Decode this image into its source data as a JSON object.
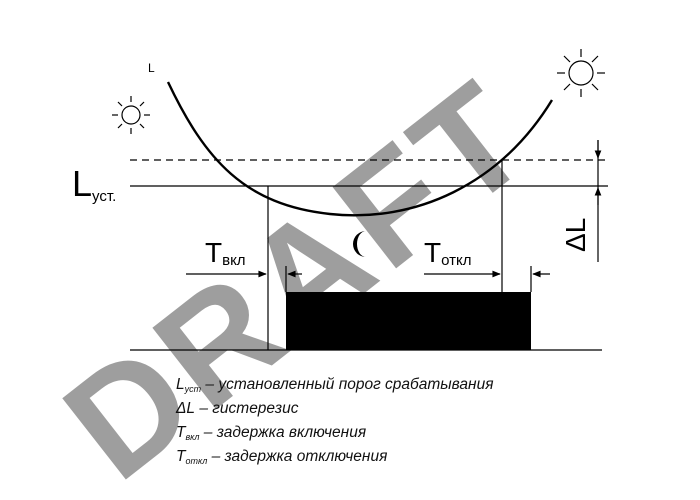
{
  "diagram": {
    "curve_label": "L",
    "threshold_label": {
      "main": "L",
      "sub": "уст."
    },
    "hysteresis_label": "ΔL",
    "on_delay_label": {
      "main": "T",
      "sub": "вкл"
    },
    "off_delay_label": {
      "main": "T",
      "sub": "откл"
    },
    "watermark": "DRAFT",
    "icons": [
      "sun-icon",
      "moon-icon",
      "sun-icon"
    ]
  },
  "legend": [
    {
      "symbol": "L",
      "sub": "уст",
      "text": " – установленный порог срабатывания"
    },
    {
      "symbol": "ΔL",
      "sub": "",
      "text": " – гистерезис"
    },
    {
      "symbol": "T",
      "sub": "вкл",
      "text": " – задержка включения"
    },
    {
      "symbol": "T",
      "sub": "откл",
      "text": " – задержка отключения"
    }
  ]
}
